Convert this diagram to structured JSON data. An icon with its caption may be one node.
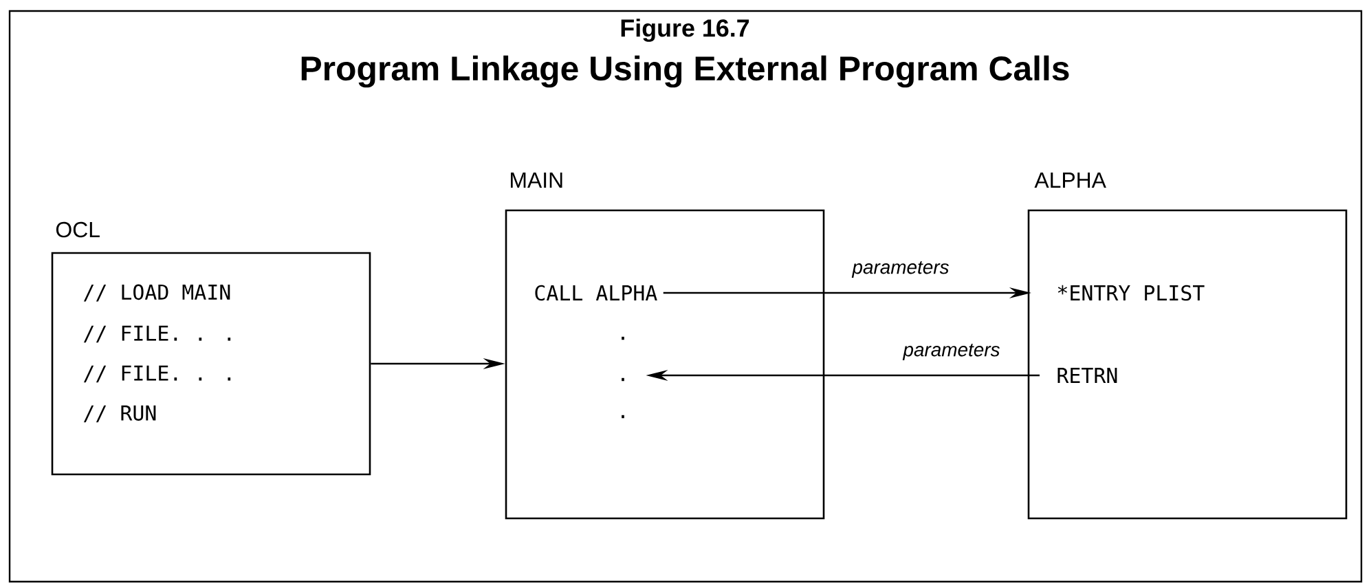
{
  "diagram": {
    "title": "Program Linkage Using External Program Calls",
    "nodes": [
      {
        "text": [
          "OCL",
          "// LOAD MAIN",
          "// FILE. . .",
          "// FILE. . .",
          "// RUN"
        ]
      },
      {
        "text": [
          "MAIN"
        ]
      },
      {
        "text": [
          "CALL ALPHA"
        ],
        "in": 1
      },
      {
        "text": [
          "."
        ],
        "in": 1
      },
      {
        "text": [
          "."
        ],
        "in": 1
      },
      {
        "text": [
          "."
        ],
        "in": 1
      },
      {
        "text": [
          "ALPHA"
        ]
      },
      {
        "text": [
          "*ENTRY PLIST"
        ],
        "in": 6
      },
      {
        "text": [
          "RETRN"
        ],
        "in": 6
      }
    ],
    "edges": [
      {
        "from": 0,
        "to": 1,
        "arrow": "to"
      },
      {
        "from": 2,
        "to": 7,
        "arrow": "to",
        "label": "parameters"
      },
      {
        "from": 8,
        "to": 4,
        "arrow": "to",
        "label": "parameters"
      }
    ],
    "labels": [
      "Figure 16.7"
    ]
  }
}
